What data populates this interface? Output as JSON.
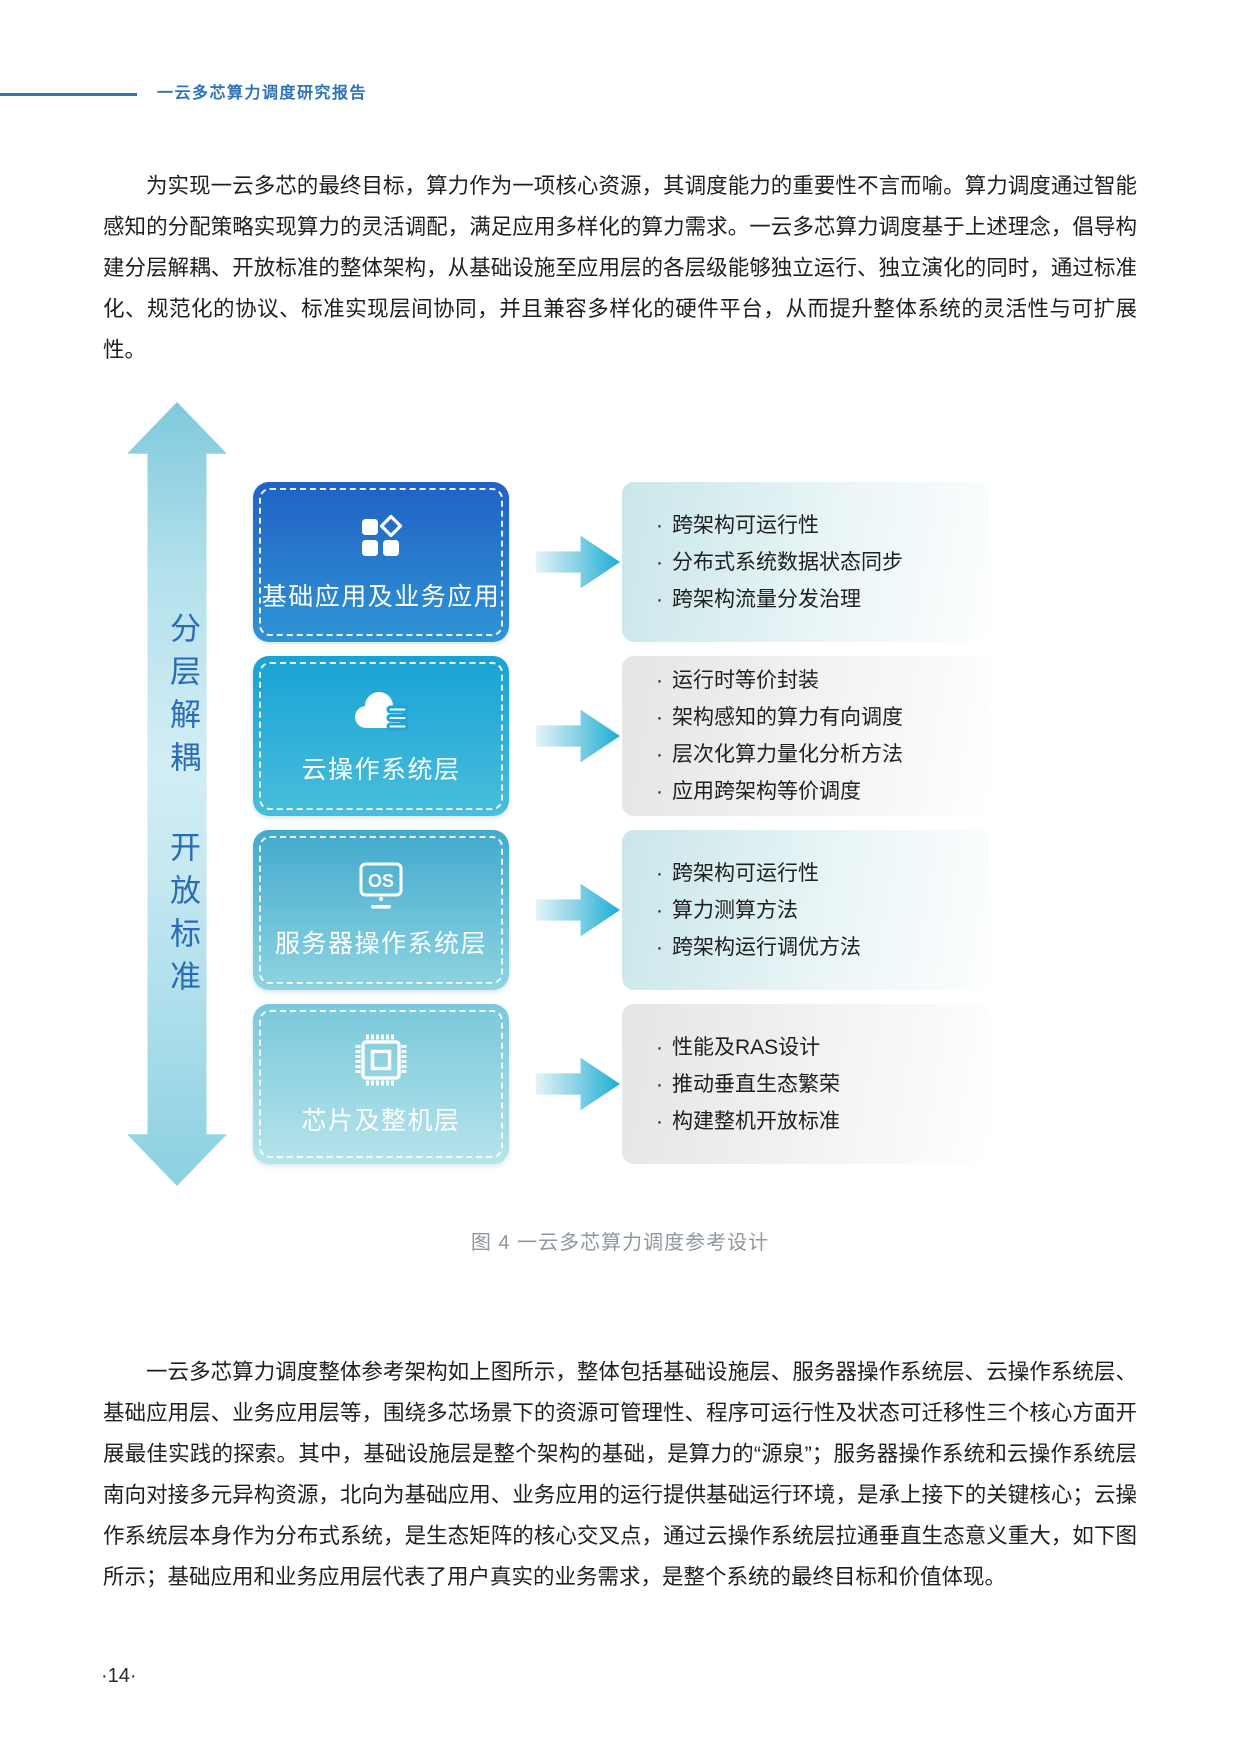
{
  "header": {
    "title": "一云多芯算力调度研究报告"
  },
  "paragraph1": "为实现一云多芯的最终目标，算力作为一项核心资源，其调度能力的重要性不言而喻。算力调度通过智能感知的分配策略实现算力的灵活调配，满足应用多样化的算力需求。一云多芯算力调度基于上述理念，倡导构建分层解耦、开放标准的整体架构，从基础设施至应用层的各层级能够独立运行、独立演化的同时，通过标准化、规范化的协议、标准实现层间协同，并且兼容多样化的硬件平台，从而提升整体系统的灵活性与可扩展性。",
  "diagram": {
    "axis_labels": [
      "分层解耦",
      "开放标准"
    ],
    "layers": [
      {
        "name": "基础应用及业务应用",
        "icon": "app-grid-icon",
        "bullets": [
          "跨架构可运行性",
          "分布式系统数据状态同步",
          "跨架构流量分发治理"
        ]
      },
      {
        "name": "云操作系统层",
        "icon": "cloud-os-icon",
        "bullets": [
          "运行时等价封装",
          "架构感知的算力有向调度",
          "层次化算力量化分析方法",
          "应用跨架构等价调度"
        ]
      },
      {
        "name": "服务器操作系统层",
        "icon": "os-monitor-icon",
        "bullets": [
          "跨架构可运行性",
          "算力测算方法",
          "跨架构运行调优方法"
        ]
      },
      {
        "name": "芯片及整机层",
        "icon": "chip-icon",
        "bullets": [
          "性能及RAS设计",
          "推动垂直生态繁荣",
          "构建整机开放标准"
        ]
      }
    ],
    "caption": "图 4 一云多芯算力调度参考设计"
  },
  "paragraph2": "一云多芯算力调度整体参考架构如上图所示，整体包括基础设施层、服务器操作系统层、云操作系统层、基础应用层、业务应用层等，围绕多芯场景下的资源可管理性、程序可运行性及状态可迁移性三个核心方面开展最佳实践的探索。其中，基础设施层是整个架构的基础，是算力的“源泉”；服务器操作系统和云操作系统层南向对接多元异构资源，北向为基础应用、业务应用的运行提供基础运行环境，是承上接下的关键核心；云操作系统层本身作为分布式系统，是生态矩阵的核心交叉点，通过云操作系统层拉通垂直生态意义重大，如下图所示；基础应用和业务应用层代表了用户真实的业务需求，是整个系统的最终目标和价值体现。",
  "footer": {
    "page_number": "·14·"
  },
  "colors": {
    "accent_blue": "#2e74b5",
    "axis_text_blue": "#2a6cb4",
    "layer1_gradient": [
      "#2161c5",
      "#2f94d4"
    ],
    "layer2_gradient": [
      "#18a2d4",
      "#49bedc"
    ],
    "layer3_gradient": [
      "#41aacd",
      "#8fd4e1"
    ],
    "layer4_gradient": [
      "#79c8da",
      "#b6e4ec"
    ],
    "arrow_teal": "#1badd6",
    "caption_gray": "#8f989f"
  }
}
